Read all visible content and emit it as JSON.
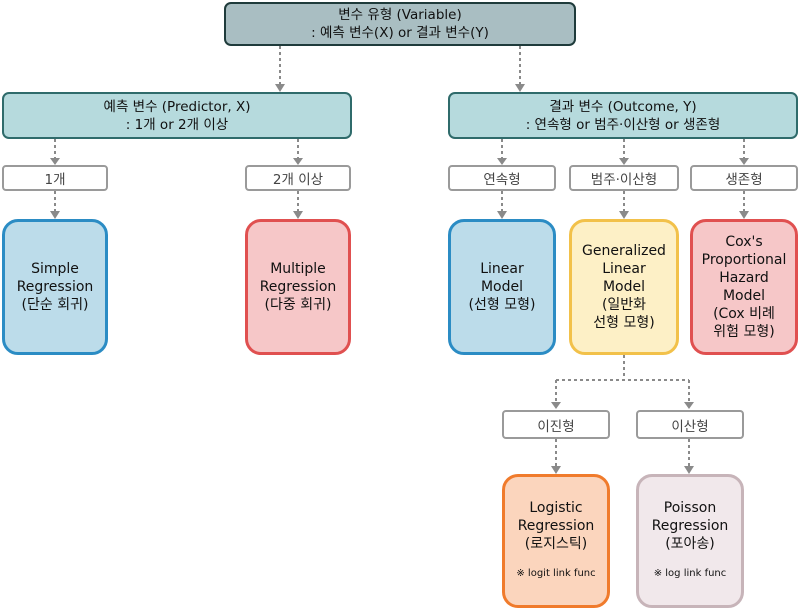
{
  "colors": {
    "header_dark": "#a9bec2",
    "header_light": "#b6dadd",
    "blue": "#bcdcea",
    "red": "#f6c7c8",
    "yellow": "#fdf0c6",
    "orange": "#fbd5bd",
    "gray": "#f1e8eb"
  },
  "root": {
    "line1": "변수 유형 (Variable)",
    "line2": ": 예측 변수(X) or 결과 변수(Y)"
  },
  "predictor": {
    "line1": "예측 변수 (Predictor, X)",
    "line2": ": 1개 or 2개 이상",
    "labels": [
      "1개",
      "2개 이상"
    ],
    "cards": [
      {
        "lines": [
          "Simple",
          "Regression",
          "(단순 회귀)"
        ]
      },
      {
        "lines": [
          "Multiple",
          "Regression",
          "(다중 회귀)"
        ]
      }
    ]
  },
  "outcome": {
    "line1": "결과 변수 (Outcome, Y)",
    "line2": ": 연속형 or 범주·이산형 or 생존형",
    "labels": [
      "연속형",
      "범주·이산형",
      "생존형"
    ],
    "cards": [
      {
        "lines": [
          "Linear",
          "Model",
          "(선형 모형)"
        ]
      },
      {
        "lines": [
          "Generalized",
          "Linear",
          "Model",
          "(일반화",
          "선형 모형)"
        ]
      },
      {
        "lines": [
          "Cox's",
          "Proportional",
          "Hazard",
          "Model",
          "(Cox 비례",
          "위험 모형)"
        ]
      }
    ]
  },
  "glm": {
    "labels": [
      "이진형",
      "이산형"
    ],
    "cards": [
      {
        "lines": [
          "Logistic",
          "Regression",
          "(로지스틱)"
        ],
        "note": "※ logit link func"
      },
      {
        "lines": [
          "Poisson",
          "Regression",
          "(포아송)"
        ],
        "note": "※ log link func"
      }
    ]
  }
}
